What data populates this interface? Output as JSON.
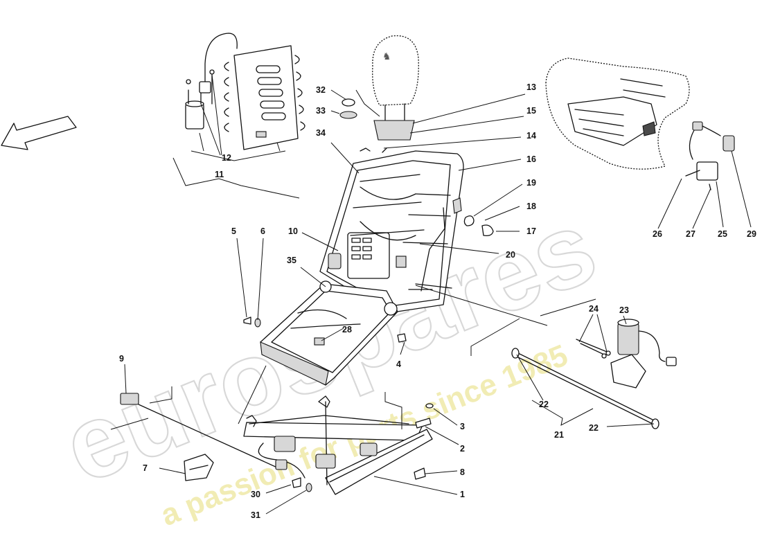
{
  "watermark": {
    "brand": "eurospares",
    "tagline": "a passion for parts since 1985",
    "brand_color": "#c9c9c9",
    "tagline_color": "#e8e09a"
  },
  "callouts": {
    "c1": "1",
    "c2": "2",
    "c3": "3",
    "c4": "4",
    "c5": "5",
    "c6": "6",
    "c7": "7",
    "c8": "8",
    "c9": "9",
    "c10": "10",
    "c11": "11",
    "c12": "12",
    "c13": "13",
    "c14": "14",
    "c15": "15",
    "c16": "16",
    "c17": "17",
    "c18": "18",
    "c19": "19",
    "c20": "20",
    "c21": "21",
    "c22a": "22",
    "c22b": "22",
    "c23": "23",
    "c24": "24",
    "c25": "25",
    "c26": "26",
    "c27": "27",
    "c28": "28",
    "c29": "29",
    "c30": "30",
    "c31": "31",
    "c32": "32",
    "c33": "33",
    "c34": "34",
    "c35": "35"
  }
}
